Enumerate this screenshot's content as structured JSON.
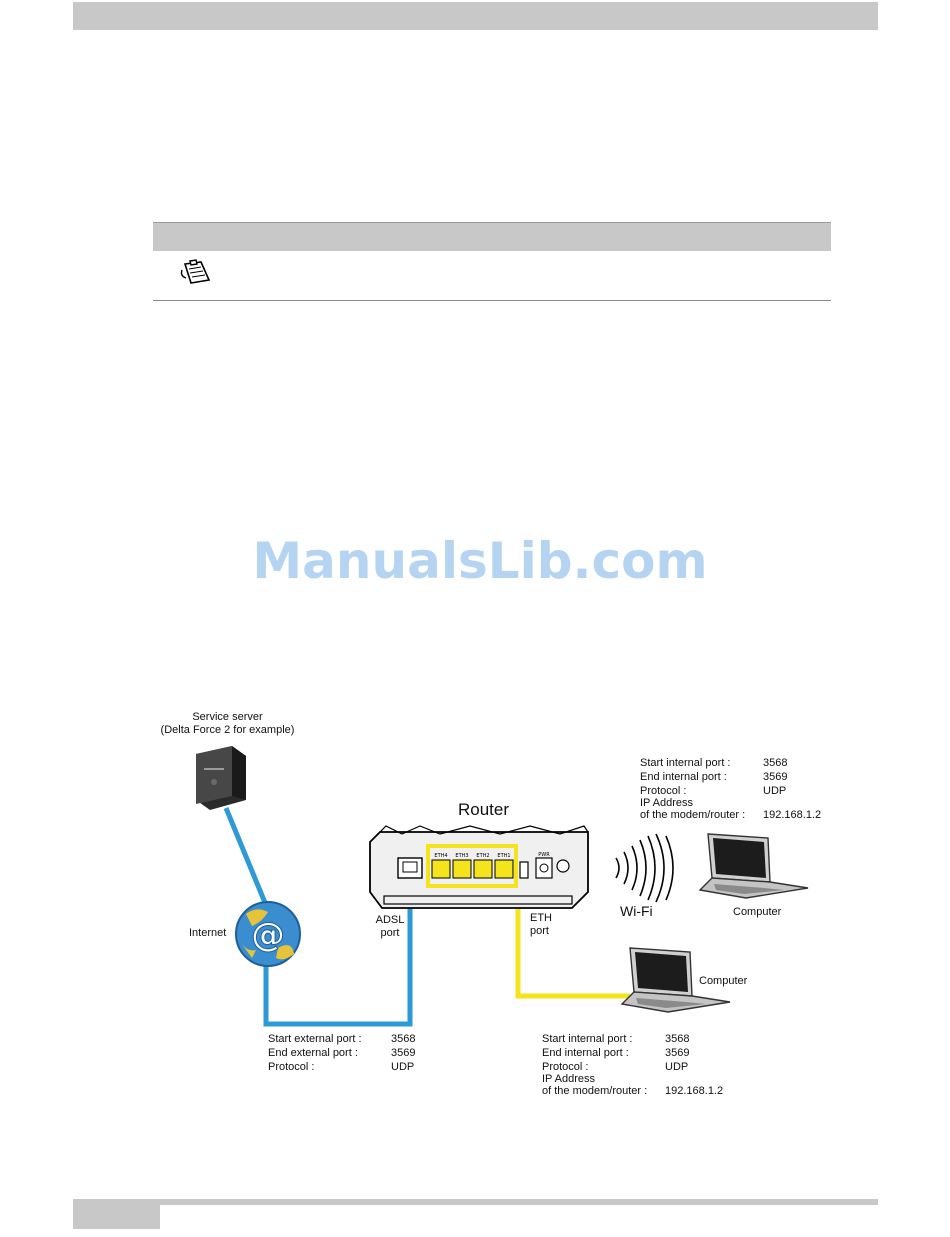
{
  "watermark": "ManualsLib.com",
  "diagram": {
    "service_server": {
      "line1": "Service server",
      "line2": "(Delta Force 2 for example)"
    },
    "internet_label": "Internet",
    "router_label": "Router",
    "adsl_port": {
      "line1": "ADSL",
      "line2": "port"
    },
    "eth_port": {
      "line1": "ETH",
      "line2": "port"
    },
    "wifi_label": "Wi-Fi",
    "computer_wifi_label": "Computer",
    "computer_eth_label": "Computer",
    "router_ports": [
      "ETH4",
      "ETH3",
      "ETH2",
      "ETH1"
    ],
    "power_label": "PWR",
    "external_ports": {
      "start_label": "Start external port :",
      "start_value": "3568",
      "end_label": "End external port  :",
      "end_value": "3569",
      "protocol_label": "Protocol :",
      "protocol_value": "UDP"
    },
    "wifi_internal_ports": {
      "start_label": "Start internal port  :",
      "start_value": "3568",
      "end_label": "End internal port   :",
      "end_value": "3569",
      "protocol_label": "Protocol :",
      "protocol_value": "UDP",
      "ip_label_1": "IP Address",
      "ip_label_2": "of the modem/router :",
      "ip_value": "192.168.1.2"
    },
    "eth_internal_ports": {
      "start_label": "Start internal port :",
      "start_value": "3568",
      "end_label": "End internal port  :",
      "end_value": "3569",
      "protocol_label": "Protocol :",
      "protocol_value": "UDP",
      "ip_label_1": "IP Address",
      "ip_label_2": "of the modem/router  :",
      "ip_value": "192.168.1.2"
    },
    "colors": {
      "adsl_cable": "#2d9ad6",
      "eth_cable": "#f5e31c",
      "globe": "#3a8ed0"
    }
  }
}
